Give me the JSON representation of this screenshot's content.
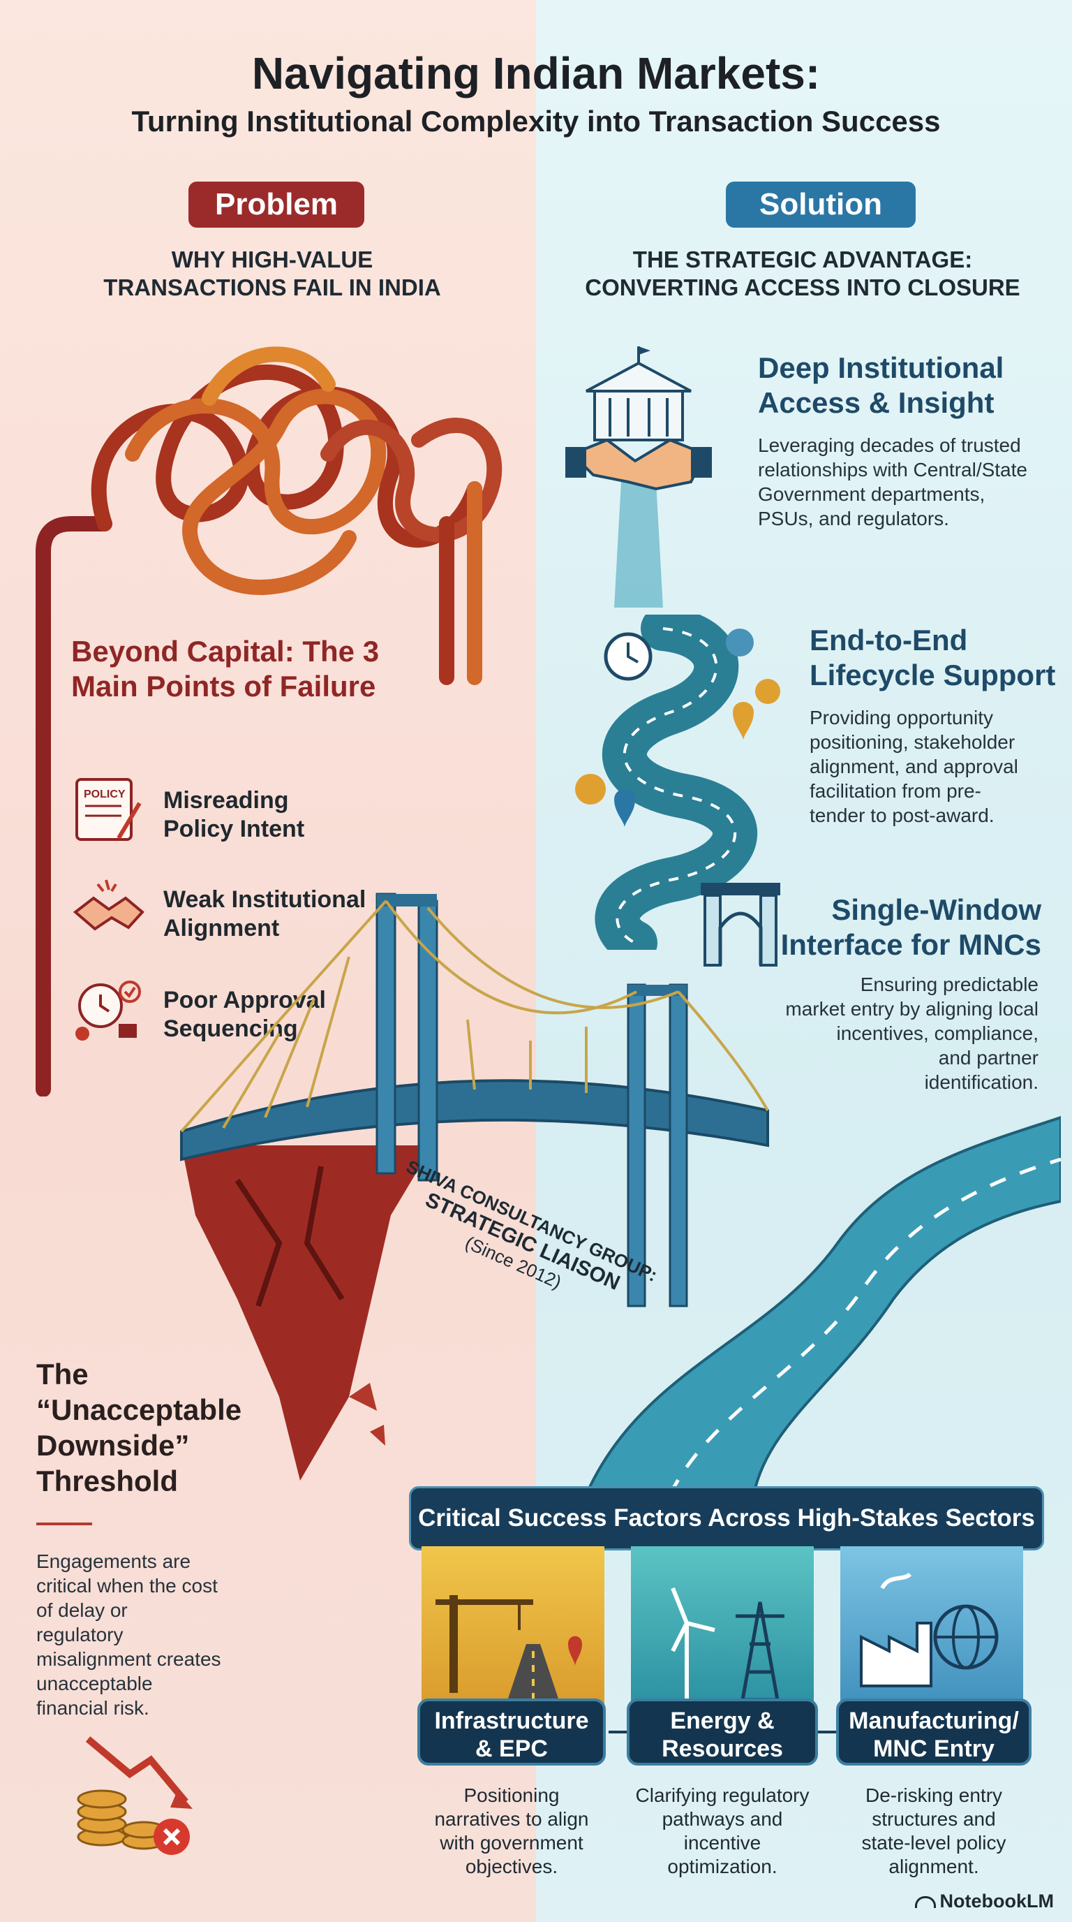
{
  "header": {
    "title": "Navigating Indian Markets:",
    "subtitle": "Turning Institutional Complexity into Transaction Success"
  },
  "problem": {
    "badge": "Problem",
    "heading_line1": "WHY HIGH-VALUE",
    "heading_line2": "TRANSACTIONS FAIL IN INDIA",
    "failure_title_line1": "Beyond Capital: The 3",
    "failure_title_line2": "Main Points of Failure",
    "failures": [
      {
        "line1": "Misreading",
        "line2": "Policy Intent",
        "icon": "policy-document-icon",
        "icon_text": "POLICY"
      },
      {
        "line1": "Weak Institutional",
        "line2": "Alignment",
        "icon": "broken-handshake-icon"
      },
      {
        "line1": "Poor Approval",
        "line2": "Sequencing",
        "icon": "approval-clock-icon"
      }
    ],
    "threshold_title": [
      "The",
      "“Unacceptable",
      "Downside”",
      "Threshold"
    ],
    "threshold_body": [
      "Engagements are",
      "critical when the cost",
      "of delay or",
      "regulatory",
      "misalignment creates",
      "unacceptable",
      "financial risk."
    ]
  },
  "solution": {
    "badge": "Solution",
    "heading_line1": "THE STRATEGIC ADVANTAGE:",
    "heading_line2": "CONVERTING ACCESS INTO CLOSURE",
    "items": [
      {
        "title": [
          "Deep Institutional",
          "Access & Insight"
        ],
        "body": [
          "Leveraging decades of trusted",
          "relationships with Central/State",
          "Government departments,",
          "PSUs, and regulators."
        ],
        "icon": "government-handshake-icon"
      },
      {
        "title": [
          "End-to-End",
          "Lifecycle Support"
        ],
        "body": [
          "Providing opportunity",
          "positioning, stakeholder",
          "alignment, and approval",
          "facilitation from pre-",
          "tender to post-award."
        ],
        "icon": "winding-road-icon"
      },
      {
        "title": [
          "Single-Window",
          "Interface for MNCs"
        ],
        "body": [
          "Ensuring predictable",
          "market entry by aligning local",
          "incentives, compliance,",
          "and partner",
          "identification."
        ],
        "icon": "gateway-icon"
      }
    ]
  },
  "bridge": {
    "line1": "SHIVA CONSULTANCY GROUP:",
    "line2": "STRATEGIC LIAISON",
    "line3": "(Since 2012)"
  },
  "sectors": {
    "bar_title": "Critical Success Factors Across High-Stakes Sectors",
    "items": [
      {
        "label": [
          "Infrastructure",
          "& EPC"
        ],
        "desc": [
          "Positioning",
          "narratives to align",
          "with government",
          "objectives."
        ],
        "icon": "crane-road-icon"
      },
      {
        "label": [
          "Energy &",
          "Resources"
        ],
        "desc": [
          "Clarifying regulatory",
          "pathways and",
          "incentive",
          "optimization."
        ],
        "icon": "wind-tower-icon"
      },
      {
        "label": [
          "Manufacturing/",
          "MNC Entry"
        ],
        "desc": [
          "De-risking entry",
          "structures and",
          "state-level policy",
          "alignment."
        ],
        "icon": "factory-globe-icon"
      }
    ]
  },
  "brand": "NotebookLM",
  "colors": {
    "problem_red": "#9b2b2b",
    "solution_blue": "#2a77a5",
    "navy": "#14354f"
  }
}
